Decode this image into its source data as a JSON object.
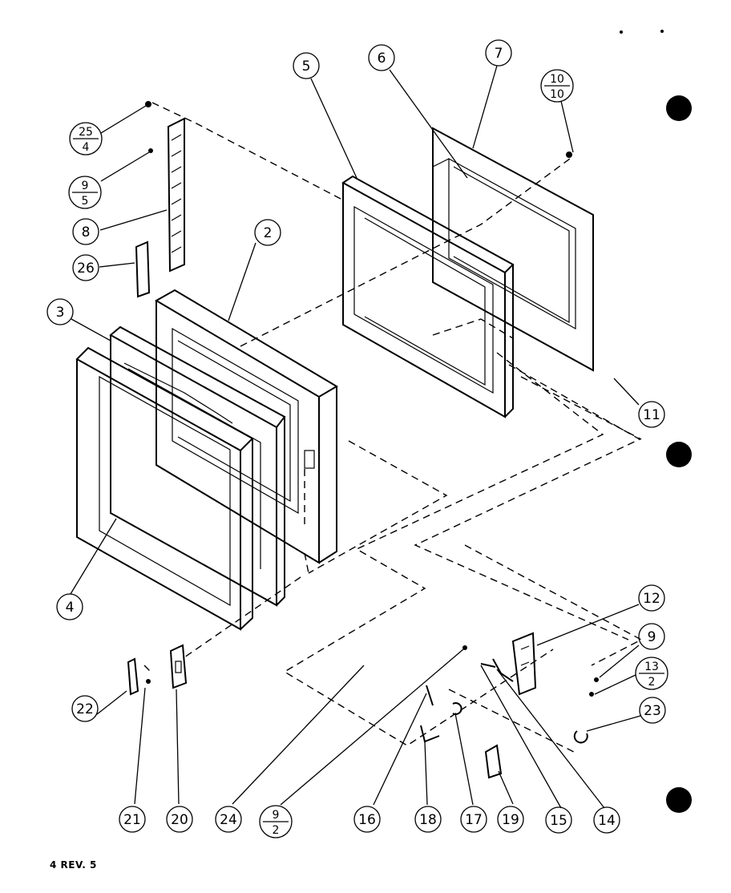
{
  "diagram": {
    "footer_text": "4 REV. 5",
    "callouts": [
      {
        "id": "c2",
        "label": "2"
      },
      {
        "id": "c3",
        "label": "3"
      },
      {
        "id": "c4",
        "label": "4"
      },
      {
        "id": "c5",
        "label": "5"
      },
      {
        "id": "c6",
        "label": "6"
      },
      {
        "id": "c7",
        "label": "7"
      },
      {
        "id": "c8",
        "label": "8"
      },
      {
        "id": "c9",
        "label": "9"
      },
      {
        "id": "c11",
        "label": "11"
      },
      {
        "id": "c12",
        "label": "12"
      },
      {
        "id": "c14",
        "label": "14"
      },
      {
        "id": "c15",
        "label": "15"
      },
      {
        "id": "c16",
        "label": "16"
      },
      {
        "id": "c17",
        "label": "17"
      },
      {
        "id": "c18",
        "label": "18"
      },
      {
        "id": "c19",
        "label": "19"
      },
      {
        "id": "c20",
        "label": "20"
      },
      {
        "id": "c21",
        "label": "21"
      },
      {
        "id": "c22",
        "label": "22"
      },
      {
        "id": "c23",
        "label": "23"
      },
      {
        "id": "c24",
        "label": "24"
      },
      {
        "id": "c26",
        "label": "26"
      }
    ],
    "fraction_callouts": [
      {
        "id": "f25_4",
        "top": "25",
        "bottom": "4"
      },
      {
        "id": "f9_5",
        "top": "9",
        "bottom": "5"
      },
      {
        "id": "f10_10",
        "top": "10",
        "bottom": "10"
      },
      {
        "id": "f13_2",
        "top": "13",
        "bottom": "2"
      },
      {
        "id": "f9_2",
        "top": "9",
        "bottom": "2"
      }
    ]
  }
}
